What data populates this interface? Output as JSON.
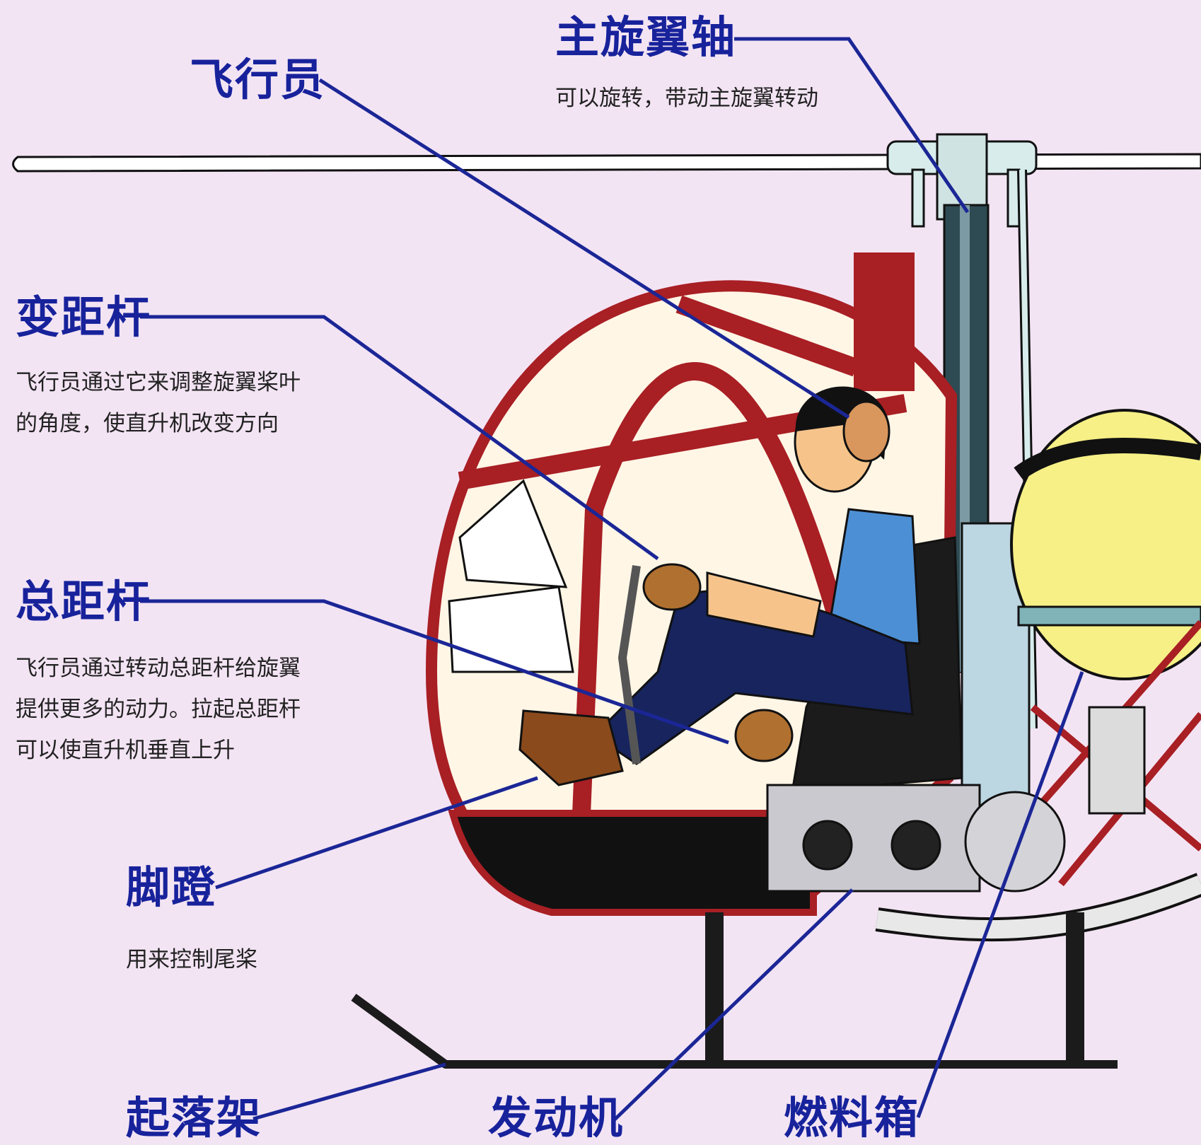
{
  "colors": {
    "background": "#f3e4f4",
    "label": "#17229b",
    "leader_line": "#1b2696",
    "frame": "#a81f24",
    "fuel_tank": "#f6f086",
    "shirt": "#4d8fd4"
  },
  "labels": {
    "main_rotor_shaft": {
      "title": "主旋翼轴",
      "desc": "可以旋转，带动主旋翼转动"
    },
    "pilot": {
      "title": "飞行员"
    },
    "cyclic_stick": {
      "title": "变距杆",
      "desc": "飞行员通过它来调整旋翼桨叶\n的角度，使直升机改变方向"
    },
    "collective_stick": {
      "title": "总距杆",
      "desc": "飞行员通过转动总距杆给旋翼\n提供更多的动力。拉起总距杆\n可以使直升机垂直上升"
    },
    "pedal": {
      "title": "脚蹬",
      "desc": "用来控制尾桨"
    },
    "landing_gear": {
      "title": "起落架"
    },
    "engine": {
      "title": "发动机"
    },
    "fuel_tank": {
      "title": "燃料箱"
    }
  }
}
